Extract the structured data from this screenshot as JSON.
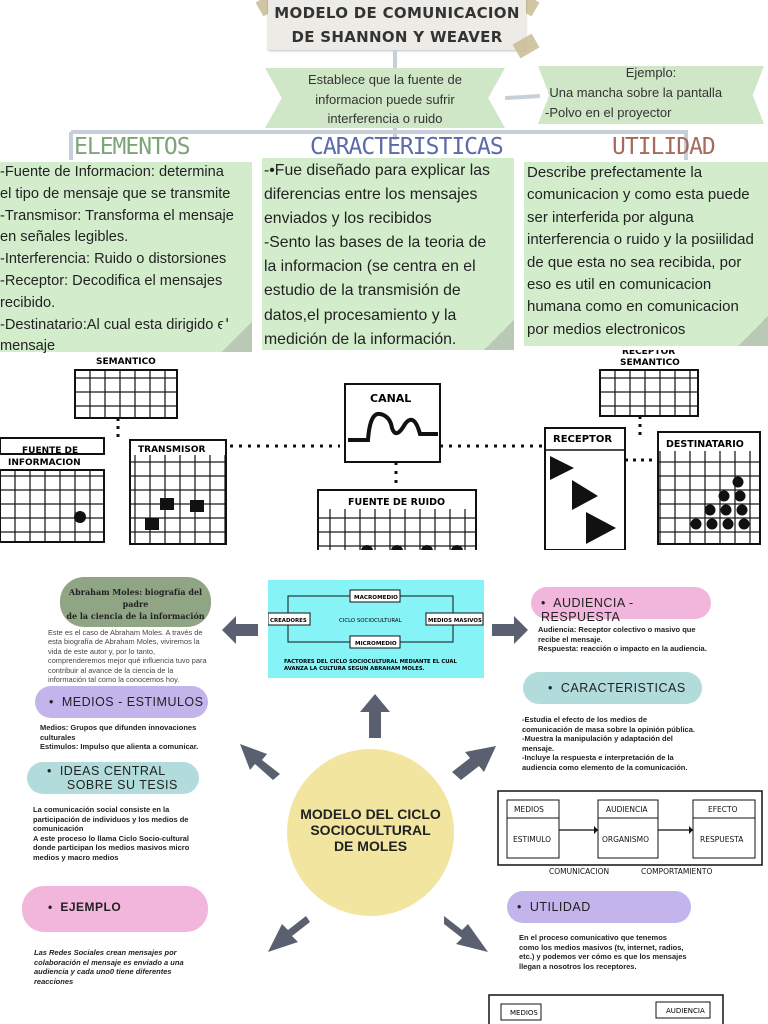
{
  "title": {
    "line1": "MODELO DE COMUNICACION",
    "line2": "DE SHANNON Y WEAVER"
  },
  "ribbon_main": {
    "line1": "Establece que la fuente de",
    "line2": "informacion puede sufrir",
    "line3": "interferencia o ruido"
  },
  "ribbon_example": {
    "line1": "Ejemplo:",
    "line2": "-Una mancha sobre la pantalla",
    "line3": "-Polvo en el proyector"
  },
  "headers": {
    "elementos": "ELEMENTOS",
    "caracteristicas": "CARACTERISTICAS",
    "utilidad": "UTILIDAD"
  },
  "colors": {
    "elementos": "#7ea579",
    "caracteristicas": "#5b6aa8",
    "utilidad": "#a56b5b",
    "note": "#d3edcc",
    "center": "#f1e5a0"
  },
  "notes": {
    "elementos": [
      "-Fuente de Informacion:  determina",
      "el tipo de mensaje que se transmite",
      "-Transmisor: Transforma el mensaje",
      "en señales legibles.",
      "-Interferencia: Ruido o distorsiones",
      "-Receptor: Decodifica el mensajes",
      "recibido.",
      "-Destinatario:Al cual esta dirigido el",
      "mensaje"
    ],
    "caracteristicas": [
      "-•Fue diseñado para explicar las",
      "diferencias entre los mensajes",
      "enviados y los recibidos",
      "-Sento las bases de la teoria de",
      "la informacion (se centra en el",
      "estudio de la transmisión de",
      "datos,el procesamiento y la",
      "medición de la información."
    ],
    "utilidad": [
      "Describe prefectamente la",
      "comunicacion y como esta puede",
      "ser interferida por alguna",
      "interferencia o ruido y la posiilidad",
      "de que esta no sea recibida, por",
      "eso es util en comunicacion",
      "humana como en comunicacion",
      "por medios electronicos"
    ]
  },
  "diagram_labels": {
    "semantico": "SEMANTICO",
    "receptor_semantico": "RECEPTOR\nSEMANTICO",
    "fuente": "FUENTE DE\nINFORMACION",
    "transmisor": "TRANSMISOR",
    "canal": "CANAL",
    "receptor": "RECEPTOR",
    "destinatario": "DESTINATARIO",
    "ruido": "FUENTE DE RUIDO"
  },
  "moles_box": {
    "line1": "Abraham Moles: biografía del padre",
    "line2": "de la ciencia de la información"
  },
  "moles_bio": [
    "Este es el caso de Abraham Moles. A través de",
    "esta biografía de Abraham Moles, viviremos la",
    "vida de este autor y, por lo tanto,",
    "comprenderemos mejor qué influencia tuvo para",
    "contribuir al avance de la ciencia de la",
    "información tal como la conocemos hoy."
  ],
  "cycle_diagram": {
    "macromedio": "MACROMEDIO",
    "creadores": "CREADORES",
    "ciclo": "CICLO SOCIOCULTURAL",
    "medios_masivos": "MEDIOS MASIVOS",
    "micromedio": "MICROMEDIO",
    "caption1": "FACTORES DEL CICLO SOCIOCULTURAL MEDIANTE EL CUAL",
    "caption2": "AVANZA LA CULTURA SEGUN ABRAHAM MOLES."
  },
  "center": {
    "line1": "MODELO DEL CICLO",
    "line2": "SOCIOCULTURAL",
    "line3": "DE MOLES"
  },
  "bubbles": {
    "audiencia": {
      "label": "AUDIENCIA - RESPUESTA",
      "text": [
        "Audiencia: Receptor colectivo o masivo que",
        "recibe el mensaje.",
        "Respuesta: reacción o impacto en la audiencia."
      ]
    },
    "medios": {
      "label": "MEDIOS - ESTIMULOS",
      "text": [
        "Medios: Grupos que difunden innovaciones",
        "culturales",
        "Estimulos: Impulso que alienta a comunicar."
      ]
    },
    "caracteristicas": {
      "label": "CARACTERISTICAS",
      "text": [
        "-Estudia el efecto de los medios de",
        "comunicación de masa sobre la opinión pública.",
        "-Muestra la manipulación y adaptación del",
        "mensaje.",
        "-Incluye la respuesta e interpretación de la",
        "audiencia como elemento de la comunicación."
      ]
    },
    "ideas": {
      "label1": "IDEAS CENTRAL",
      "label2": "SOBRE SU TESIS",
      "text": [
        "La comunicación social consiste en la",
        "participación de individuos y los medios de",
        "comunicación",
        "A este proceso lo llama Ciclo Socio-cultural",
        "donde participan los medios masivos micro",
        "medios y macro medios"
      ]
    },
    "ejemplo": {
      "label": "EJEMPLO",
      "text": [
        "Las Redes Sociales crean mensajes por",
        "colaboración el mensaje es enviado a una",
        "audiencia y cada uno0 tiene diferentes",
        "reacciones"
      ]
    },
    "utilidad": {
      "label": "UTILIDAD",
      "text": [
        "En el proceso comunicativo que tenemos",
        "como los medios masivos (tv, internet, radios,",
        "etc.) y podemos ver cómo es que los mensajes",
        "llegan a nosotros los receptores."
      ]
    }
  },
  "flow_diagram": {
    "medios": "MEDIOS",
    "audiencia": "AUDIENCIA",
    "efecto": "EFECTO",
    "estimulo": "ESTIMULO",
    "organismo": "ORGANISMO",
    "respuesta": "RESPUESTA",
    "comunicacion": "COMUNICACION",
    "comportamiento": "COMPORTAMIENTO"
  },
  "bottom_diagram": {
    "medios": "MEDIOS",
    "audiencia": "AUDIENCIA"
  }
}
